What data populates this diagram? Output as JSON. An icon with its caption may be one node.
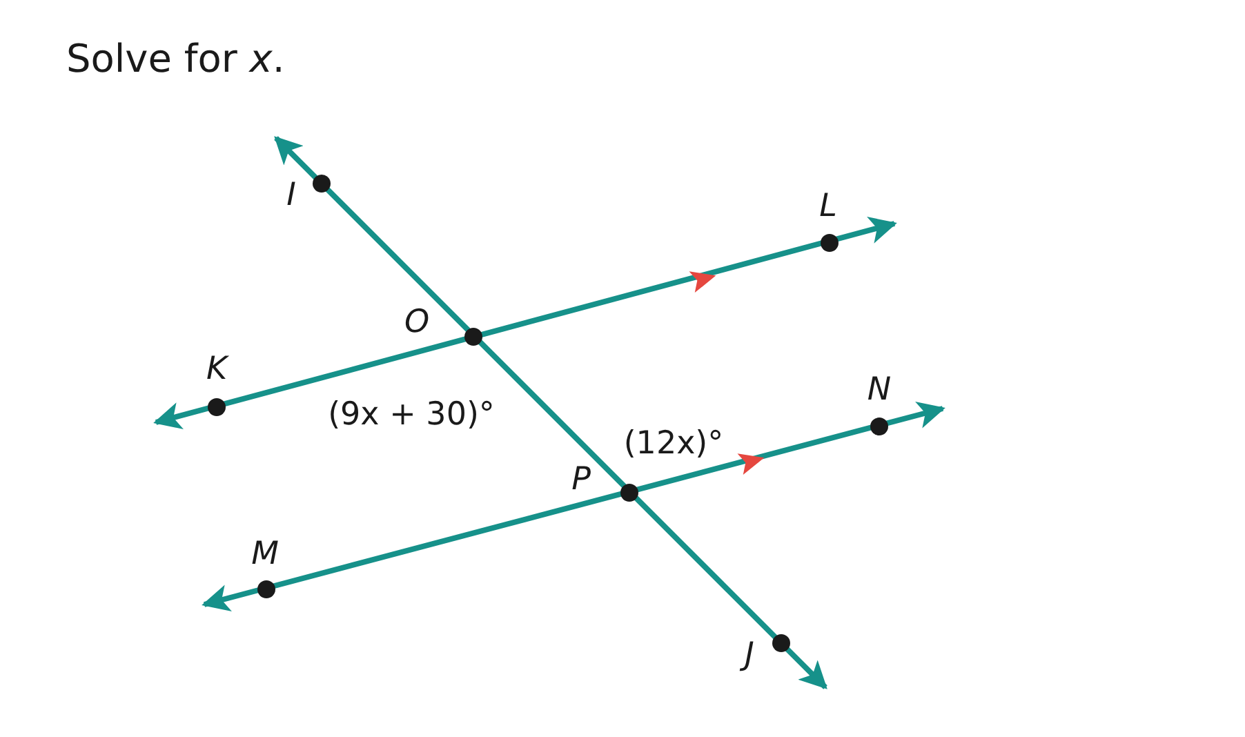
{
  "diagram": {
    "title": "Solve for *x*.",
    "labels": [
      "I",
      "L",
      "O",
      "K",
      "N",
      "(9x + 30)°",
      "(12x)°",
      "P",
      "M",
      "J"
    ]
  }
}
